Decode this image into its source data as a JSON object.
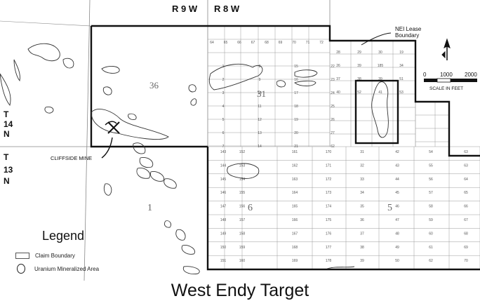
{
  "map": {
    "title": "West Endy Target",
    "range_labels": [
      "R 9 W",
      "R 8 W"
    ],
    "township_labels": [
      [
        "T",
        "14",
        "N"
      ],
      [
        "T",
        "13",
        "N"
      ]
    ],
    "lease_label": [
      "NEI Lease",
      "Boundary"
    ],
    "mine_label": "CLIFFSIDE MINE",
    "section_labels": [
      "36",
      "31",
      "1",
      "6",
      "5"
    ],
    "scale": {
      "ticks": [
        "0",
        "1000",
        "2000"
      ],
      "caption": "SCALE IN FEET"
    },
    "north_arrow": "north-arrow-icon",
    "legend": {
      "title": "Legend",
      "items": [
        {
          "icon": "claim-boundary-icon",
          "label": "Claim Boundary"
        },
        {
          "icon": "uranium-area-icon",
          "label": "Uranium Mineralized Area"
        }
      ]
    },
    "claim_numbers_top": [
      "64",
      "65",
      "66",
      "67",
      "68",
      "69",
      "70",
      "71",
      "72"
    ],
    "claim_numbers_east": [
      "28",
      "29",
      "30",
      "19",
      "26",
      "39",
      "185",
      "34",
      "37",
      "38",
      "39",
      "51",
      "40",
      "52",
      "41",
      "53"
    ],
    "claim_numbers_grid": [
      [
        "143",
        "152",
        "161",
        "170",
        "31",
        "42",
        "54",
        "63"
      ],
      [
        "144",
        "153",
        "162",
        "171",
        "32",
        "43",
        "55",
        "63"
      ],
      [
        "145",
        "154",
        "163",
        "172",
        "33",
        "44",
        "56",
        "64"
      ],
      [
        "146",
        "155",
        "164",
        "173",
        "34",
        "45",
        "57",
        "65"
      ],
      [
        "147",
        "156",
        "165",
        "174",
        "35",
        "46",
        "58",
        "66"
      ],
      [
        "148",
        "157",
        "166",
        "175",
        "36",
        "47",
        "59",
        "67"
      ],
      [
        "149",
        "158",
        "167",
        "176",
        "37",
        "48",
        "60",
        "68"
      ],
      [
        "150",
        "159",
        "168",
        "177",
        "38",
        "49",
        "61",
        "69"
      ],
      [
        "151",
        "160",
        "169",
        "178",
        "39",
        "50",
        "62",
        "70"
      ]
    ],
    "claim_numbers_upper": [
      "1",
      "2",
      "3",
      "4",
      "5",
      "6",
      "7",
      "8",
      "9",
      "10",
      "11",
      "12",
      "13",
      "14",
      "15",
      "16",
      "17",
      "18",
      "19",
      "20",
      "21",
      "22",
      "23",
      "24",
      "25",
      "26",
      "27",
      "62"
    ]
  }
}
